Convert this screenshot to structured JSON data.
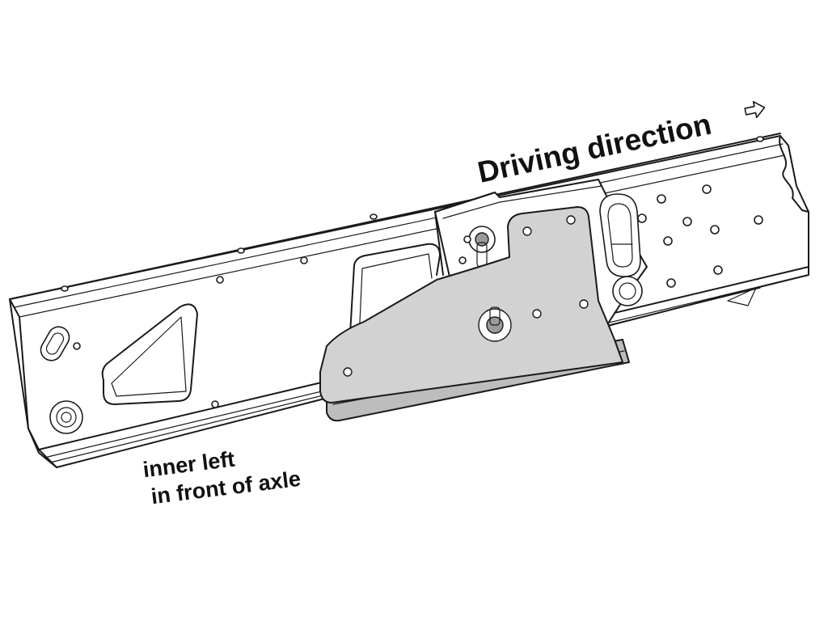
{
  "labels": {
    "driving_direction": "Driving direction",
    "location_line1": "inner left",
    "location_line2": "in front of axle"
  },
  "icons": {
    "direction_arrow": "arrow-right-icon"
  },
  "colors": {
    "line": "#1a1a1a",
    "bracket_fill": "#d2d2d2",
    "background": "#ffffff"
  }
}
